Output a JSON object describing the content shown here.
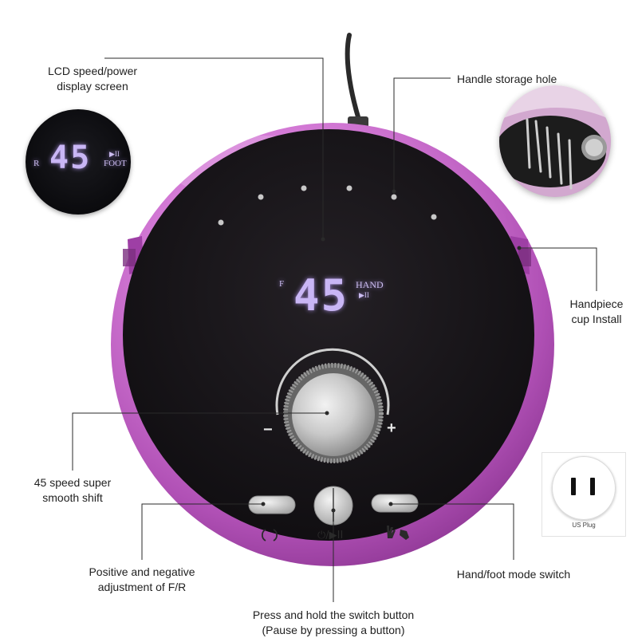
{
  "labels": {
    "lcd": [
      "LCD speed/power",
      "display screen"
    ],
    "storage_hole": "Handle storage hole",
    "handpiece_cup": [
      "Handpiece",
      "cup Install"
    ],
    "speed_shift": [
      "45 speed super",
      "smooth shift"
    ],
    "fr_adjust": [
      "Positive and negative",
      "adjustment of F/R"
    ],
    "mode_switch": "Hand/foot mode switch",
    "power_button": [
      "Press and hold the switch button",
      "(Pause by pressing a button)"
    ]
  },
  "display_main": {
    "speed": "45",
    "direction": "F",
    "mode": "HAND",
    "play_pause": "▶II"
  },
  "display_inset": {
    "speed": "45",
    "direction": "R",
    "mode": "FOOT",
    "play_pause": "▶II"
  },
  "knob": {
    "minus": "−",
    "plus": "+"
  },
  "buttons": {
    "power_glyph": "⏻/▶II"
  },
  "plug": {
    "caption": "US Plug"
  },
  "colors": {
    "body_pink": "#c061c6",
    "body_light": "#eab2ea",
    "face_dark": "#141216",
    "lcd_glow": "#c9b6f5"
  }
}
